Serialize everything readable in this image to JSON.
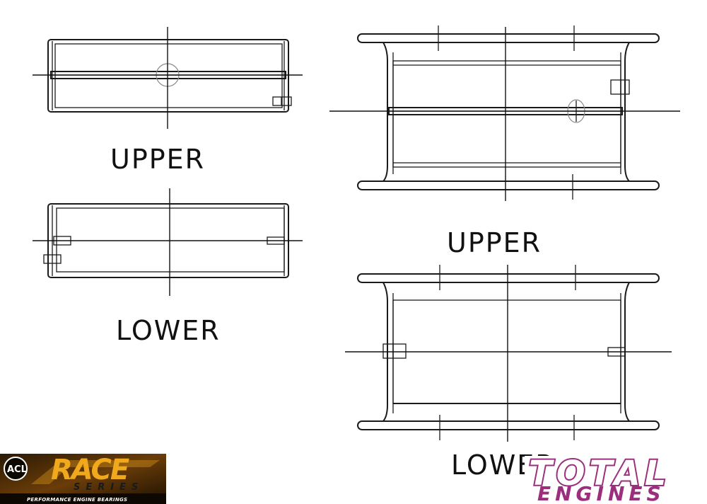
{
  "labels": {
    "rod_upper": "UPPER",
    "rod_lower": "LOWER",
    "main_upper": "UPPER",
    "main_lower": "LOWER"
  },
  "logos": {
    "acl": {
      "mark": "ACL",
      "wordmark": "RACE",
      "sub": "SERIES",
      "tagline": "PERFORMANCE ENGINE BEARINGS"
    },
    "total_engines": {
      "line1": "TOTAL",
      "line2": "ENGINES"
    }
  },
  "colors": {
    "line": "#1a1a1a",
    "acl_orange": "#f0a81c",
    "total_engines_magenta": "#9b2f7d"
  }
}
